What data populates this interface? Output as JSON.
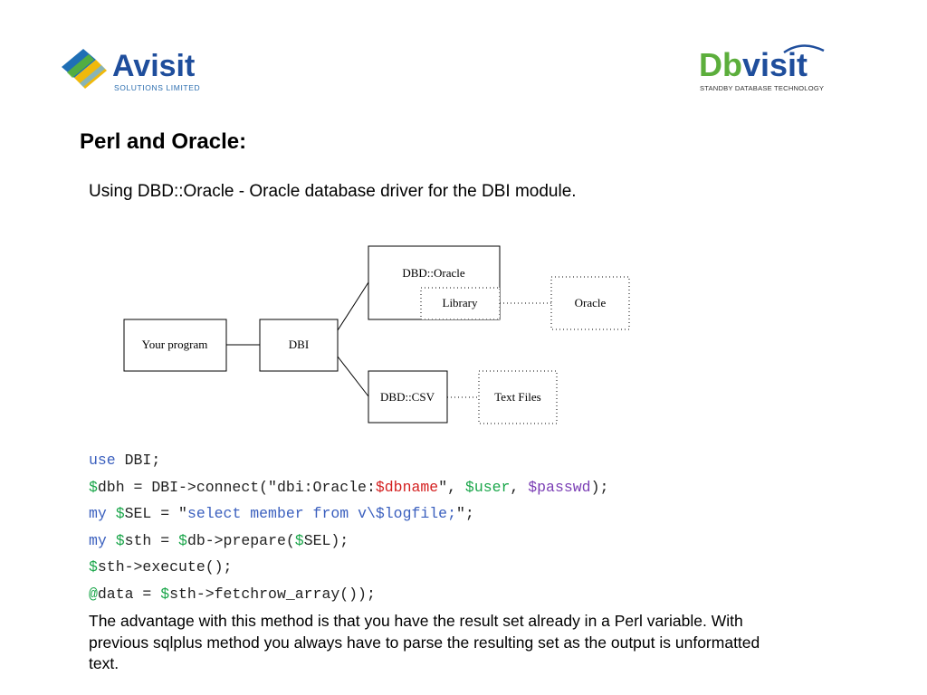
{
  "logos": {
    "left": {
      "name": "Avisit",
      "tagline": "SOLUTIONS LIMITED"
    },
    "right": {
      "name_part1": "Db",
      "name_part2": "visit",
      "tagline": "STANDBY DATABASE TECHNOLOGY"
    }
  },
  "title": "Perl and Oracle:",
  "intro": "Using DBD::Oracle - Oracle database driver for the DBI module.",
  "diagram": {
    "your_program": "Your program",
    "dbi": "DBI",
    "dbd_oracle": "DBD::Oracle",
    "library": "Library",
    "oracle": "Oracle",
    "dbd_csv": "DBD::CSV",
    "text_files": "Text Files"
  },
  "code": {
    "l1_kw": "use",
    "l1_rest": " DBI;",
    "l2_s1": "$",
    "l2_a": "dbh = DBI->connect(\"dbi:Oracle:",
    "l2_s2": "$",
    "l2_dbname": "dbname",
    "l2_b": "\", ",
    "l2_s3": "$",
    "l2_user": "user",
    "l2_c": ", ",
    "l2_s4": "$",
    "l2_passwd": "passwd",
    "l2_d": ");",
    "l3_kw": "my",
    "l3_sp": " ",
    "l3_s": "$",
    "l3_a": "SEL = \"",
    "l3_str": "select member from v\\$logfile;",
    "l3_b": "\";",
    "l4_kw": "my",
    "l4_sp": " ",
    "l4_s1": "$",
    "l4_a": "sth = ",
    "l4_s2": "$",
    "l4_b": "db->prepare(",
    "l4_s3": "$",
    "l4_c": "SEL);",
    "l5_s": "$",
    "l5_a": "sth->execute();",
    "l6_at": "@",
    "l6_a": "data = ",
    "l6_s": "$",
    "l6_b": "sth->fetchrow_array());"
  },
  "outro": "The advantage with this method is that you have the result set already in a Perl variable. With previous sqlplus method you always have to parse the resulting set as the output is unformatted text."
}
